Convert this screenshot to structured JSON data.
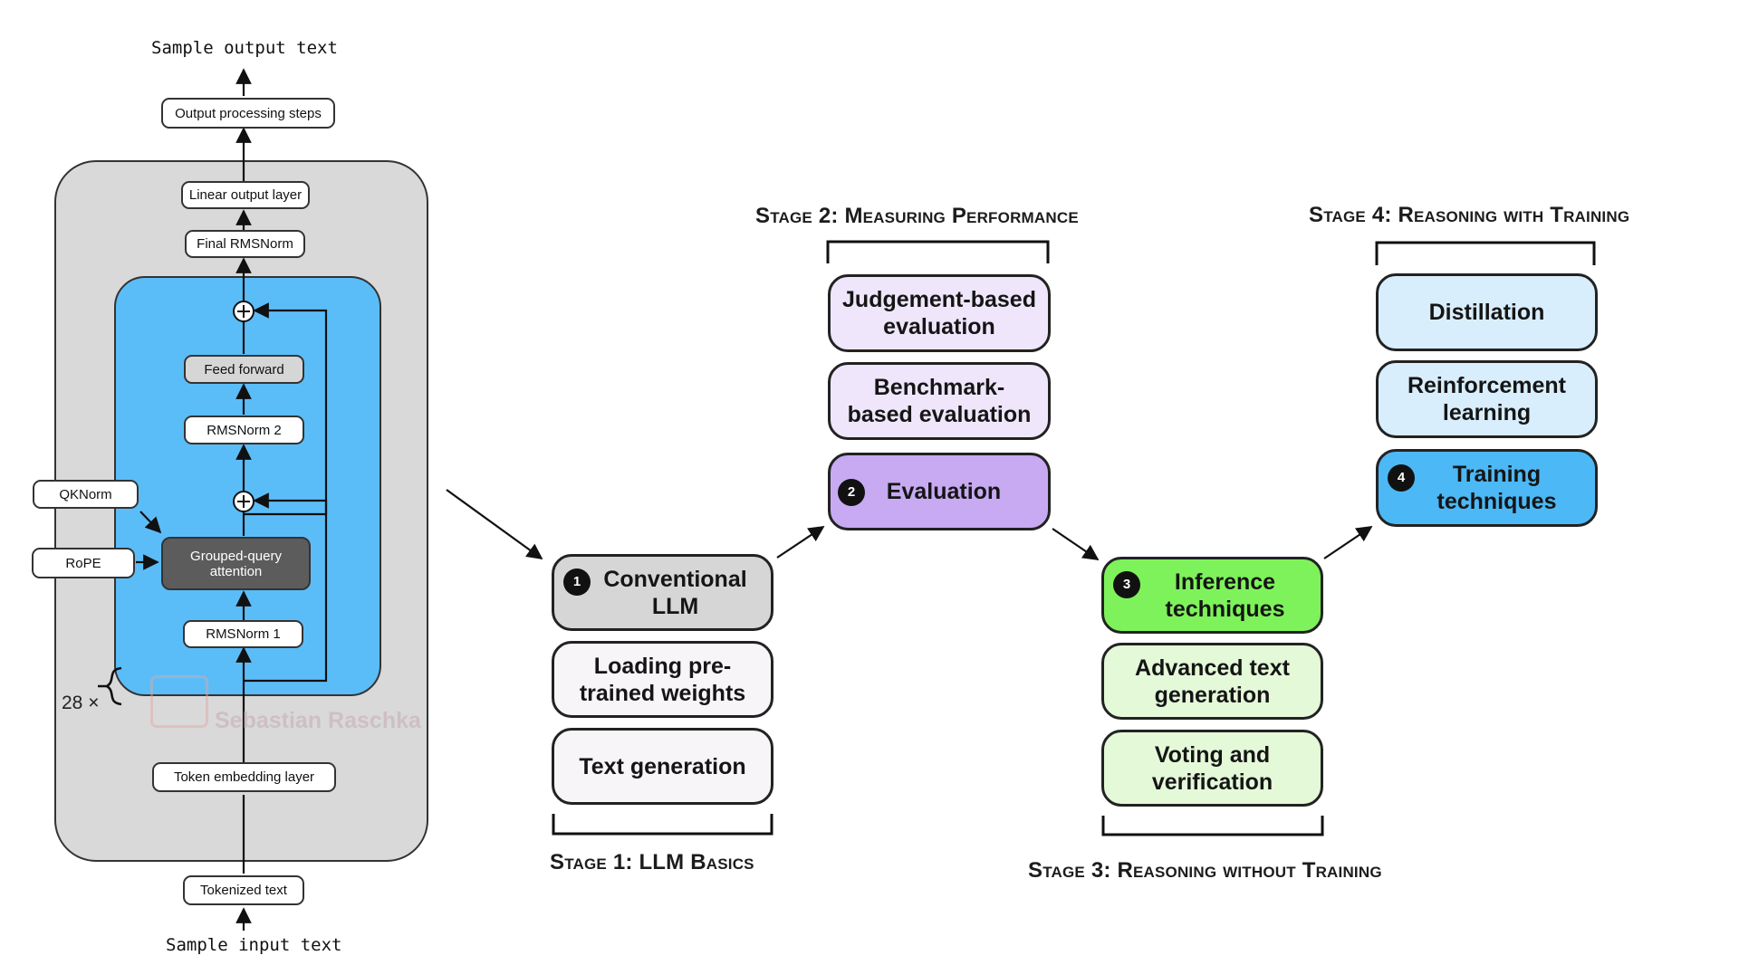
{
  "architecture": {
    "output_text": "Sample output text",
    "output_processing": "Output processing steps",
    "linear_output": "Linear output layer",
    "final_norm": "Final RMSNorm",
    "feed_forward": "Feed forward",
    "rmsnorm2": "RMSNorm 2",
    "attention": "Grouped-query attention",
    "rmsnorm1": "RMSNorm 1",
    "qknorm": "QKNorm",
    "rope": "RoPE",
    "multiplier": "28 ×",
    "token_embedding": "Token embedding layer",
    "tokenized_text": "Tokenized text",
    "input_text": "Sample input text",
    "watermark": "Sebastian Raschka"
  },
  "stages": {
    "stage1": {
      "title": "Stage 1: LLM Basics",
      "badge": "1",
      "items": [
        "Conventional LLM",
        "Loading pre-trained weights",
        "Text generation"
      ],
      "color": "#d6d6d6",
      "sub_color": "#f7f5f8"
    },
    "stage2": {
      "title": "Stage 2: Measuring Performance",
      "badge": "2",
      "items": [
        "Judgement-based evaluation",
        "Benchmark-based evaluation",
        "Evaluation"
      ],
      "color": "#c7aaf2",
      "sub_color": "#efe6fb"
    },
    "stage3": {
      "title": "Stage 3: Reasoning without Training",
      "badge": "3",
      "items": [
        "Inference techniques",
        "Advanced text generation",
        "Voting and verification"
      ],
      "color": "#7ef25a",
      "sub_color": "#e4f9d8"
    },
    "stage4": {
      "title": "Stage 4: Reasoning with Training",
      "badge": "4",
      "items": [
        "Distillation",
        "Reinforcement learning",
        "Training techniques"
      ],
      "color": "#4cb8f5",
      "sub_color": "#d8eefc"
    }
  }
}
